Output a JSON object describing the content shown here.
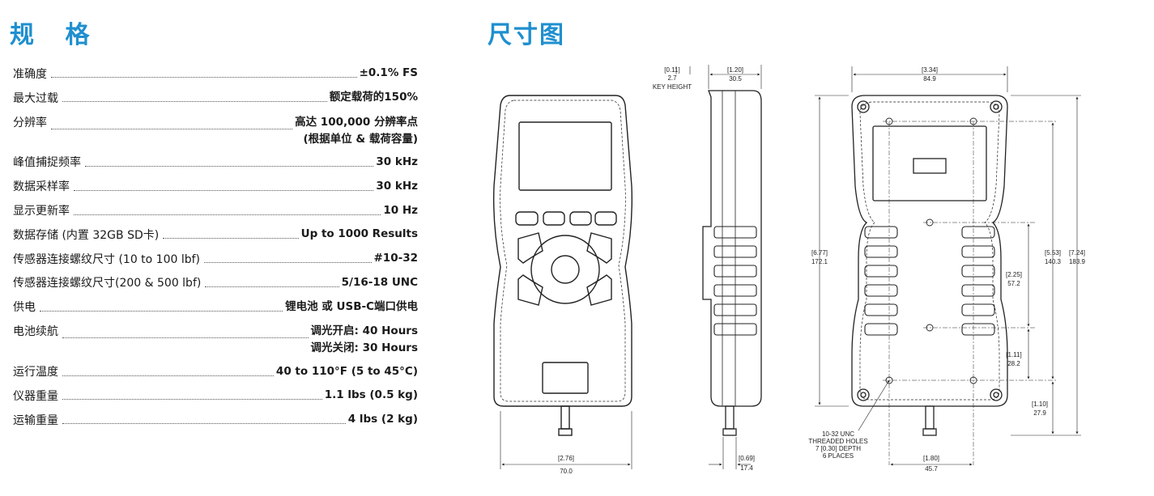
{
  "headings": {
    "specs": "规 格",
    "dimensions": "尺寸图"
  },
  "specs": [
    {
      "label": "准确度",
      "value": "±0.1% FS"
    },
    {
      "label": "最大过载",
      "value": "额定载荷的150%"
    },
    {
      "label": "分辨率",
      "value": "高达 100,000 分辨率点",
      "value2": "(根据单位 & 载荷容量)"
    },
    {
      "label": "峰值捕捉频率",
      "value": "30 kHz"
    },
    {
      "label": "数据采样率",
      "value": "30 kHz"
    },
    {
      "label": "显示更新率",
      "value": "10 Hz"
    },
    {
      "label": "数据存储 (内置 32GB SD卡)",
      "value": "Up to 1000 Results"
    },
    {
      "label": "传感器连接螺纹尺寸 (10 to 100 lbf)",
      "value": "#10-32"
    },
    {
      "label": "传感器连接螺纹尺寸(200 & 500 lbf)",
      "value": "5/16-18 UNC"
    },
    {
      "label": "供电",
      "value": "锂电池 或 USB-C端口供电"
    },
    {
      "label": "电池续航",
      "value": "调光开启: 40 Hours",
      "value2": "调光关闭: 30 Hours"
    },
    {
      "label": "运行温度",
      "value": "40 to 110°F (5 to 45°C)"
    },
    {
      "label": "仪器重量",
      "value": "1.1 lbs (0.5 kg)"
    },
    {
      "label": "运输重量",
      "value": "4 lbs (2 kg)"
    }
  ],
  "dimensions": {
    "front_width_in": "[2.76]",
    "front_width_mm": "70.0",
    "key_height_in": "[0.11]",
    "key_height_mm": "2.7",
    "key_height_label": "KEY HEIGHT",
    "side_depth_in": "[1.20]",
    "side_depth_mm": "30.5",
    "side_base_in": "[0.69]",
    "side_base_mm": "17.4",
    "back_width_in": "[3.34]",
    "back_width_mm": "84.9",
    "back_height_in": "[6.77]",
    "back_height_mm": "172.1",
    "overall_height_in": "[7.24]",
    "overall_height_mm": "183.9",
    "hole_span_in": "[5.53]",
    "hole_span_mm": "140.3",
    "mid_span_in": "[2.25]",
    "mid_span_mm": "57.2",
    "low_span_in": "[1.11]",
    "low_span_mm": "28.2",
    "bottom_in": "[1.10]",
    "bottom_mm": "27.9",
    "hole_pitch_in": "[1.80]",
    "hole_pitch_mm": "45.7",
    "holes_note_1": "10-32 UNC",
    "holes_note_2": "THREADED HOLES",
    "holes_note_3": "7 [0.30] DEPTH",
    "holes_note_4": "6 PLACES"
  },
  "colors": {
    "heading": "#1f8fcf"
  }
}
